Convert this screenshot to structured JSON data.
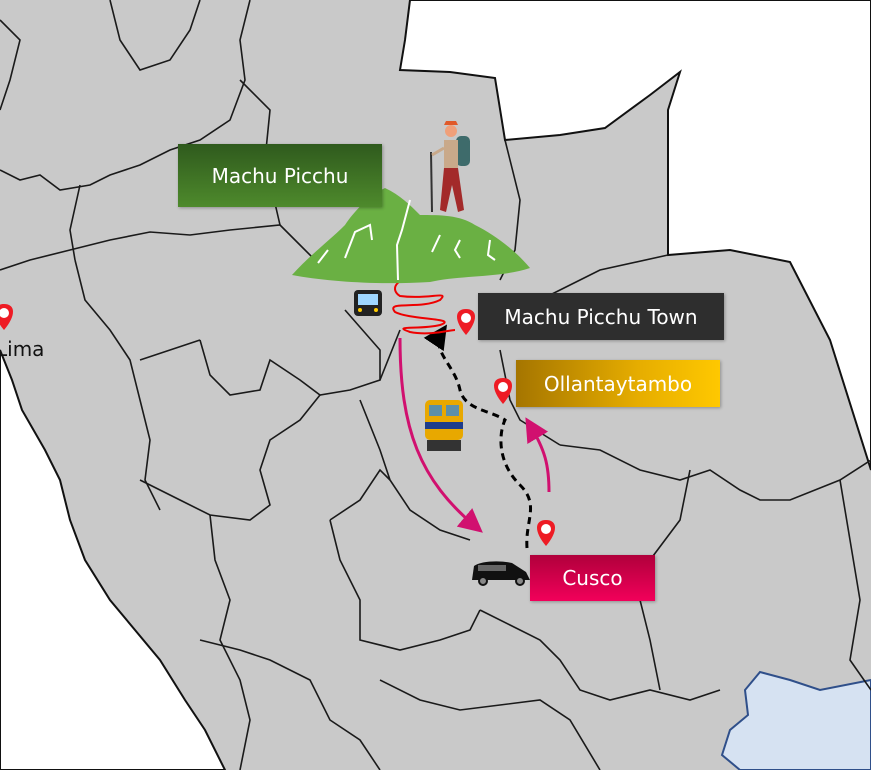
{
  "places": {
    "machu_picchu": "Machu Picchu",
    "machu_picchu_town": "Machu Picchu Town",
    "ollantaytambo": "Ollantaytambo",
    "cusco": "Cusco",
    "lima": "Lima"
  },
  "colors": {
    "land": "#c9c9c9",
    "border": "#1a1a1a",
    "water": "#d6e2f2",
    "route_arrow": "#d1106f",
    "pin": "#ee1b24",
    "mountain": "#6ab043",
    "machu_picchu_label": "#3e7025",
    "town_label": "#2e2e2e",
    "ollantaytambo_label": "#e6ad00",
    "cusco_label": "#e0004f"
  },
  "icons": [
    "map-pin-icon",
    "bus-icon",
    "train-icon",
    "car-icon",
    "hiker-icon",
    "mountain-icon"
  ]
}
